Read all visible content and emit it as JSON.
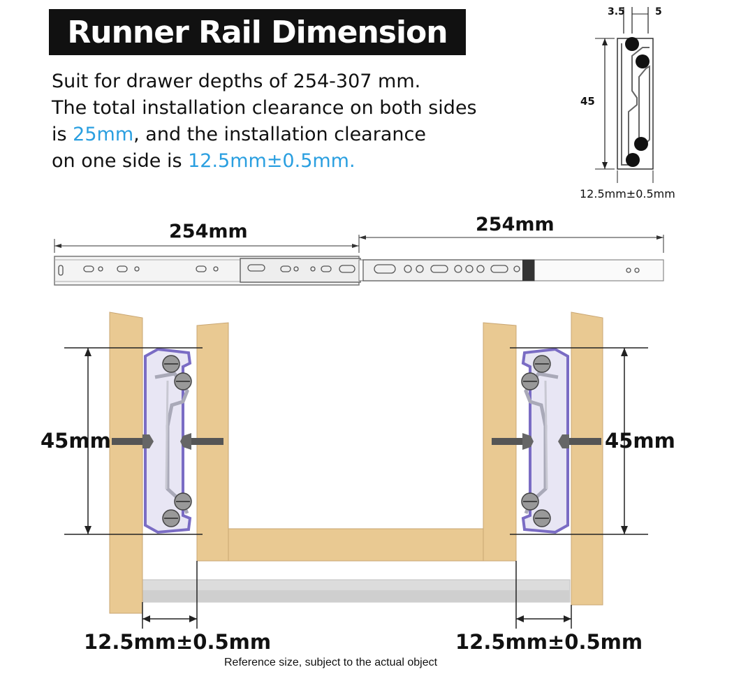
{
  "title": "Runner Rail Dimension",
  "intro": {
    "line1": "Suit for drawer depths of 254-307 mm.",
    "line2": "The total installation clearance on both sides",
    "line3_pre": "is ",
    "line3_hl": "25mm",
    "line3_post": ", and the installation clearance",
    "line4_pre": "on one side is ",
    "line4_hl": "12.5mm±0.5mm."
  },
  "profile": {
    "dim_a": "3.5",
    "dim_b": "5",
    "height": "45",
    "clearance": "12.5mm±0.5mm"
  },
  "rail": {
    "closed_length": "254mm",
    "extension_length": "254mm"
  },
  "install": {
    "left_height": "45mm",
    "right_height": "45mm",
    "left_clearance": "12.5mm±0.5mm",
    "right_clearance": "12.5mm±0.5mm"
  },
  "footnote": "Reference size, subject to the actual object",
  "colors": {
    "accent": "#2a9fe0",
    "wood": "#e9c992",
    "rail_purple": "#8878c8"
  }
}
